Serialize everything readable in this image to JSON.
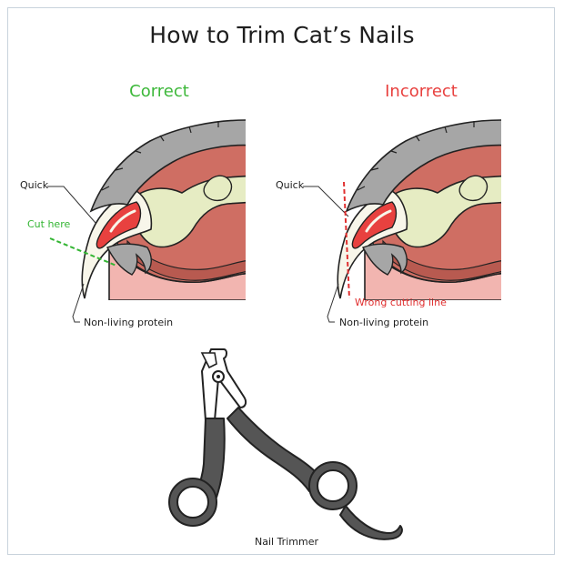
{
  "title": "How to Trim Cat’s Nails",
  "panels": {
    "correct": {
      "heading": "Correct",
      "quick_label": "Quick",
      "cut_label": "Cut here",
      "protein_label": "Non-living protein"
    },
    "incorrect": {
      "heading": "Incorrect",
      "quick_label": "Quick",
      "wrong_label": "Wrong cutting line",
      "protein_label": "Non-living protein"
    }
  },
  "tool": {
    "caption": "Nail Trimmer"
  },
  "colors": {
    "correct": "#3db83a",
    "incorrect": "#e8413f",
    "fur": "#a6a6a6",
    "muscle": "#cf6e63",
    "bone": "#e6ecc3",
    "quick": "#e8413f",
    "skin": "#f2b5b0",
    "nail": "#f8f6ea",
    "handle": "#555555"
  }
}
